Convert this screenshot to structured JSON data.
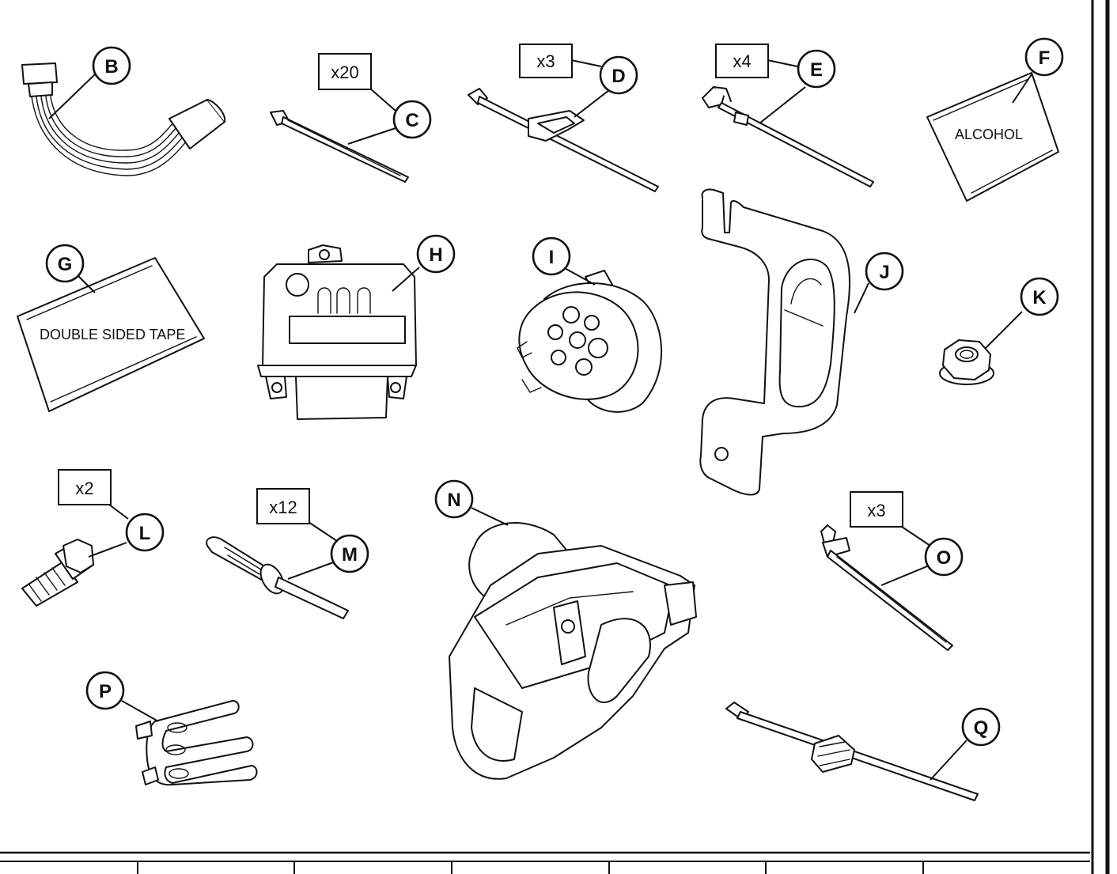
{
  "callouts": {
    "B": "B",
    "C": "C",
    "D": "D",
    "E": "E",
    "F": "F",
    "G": "G",
    "H": "H",
    "I": "I",
    "J": "J",
    "K": "K",
    "L": "L",
    "M": "M",
    "N": "N",
    "O": "O",
    "P": "P",
    "Q": "Q"
  },
  "quantities": {
    "C": "x20",
    "D": "x3",
    "E": "x4",
    "L": "x2",
    "M": "x12",
    "O": "x3"
  },
  "package_labels": {
    "F": "ALCOHOL",
    "G": "DOUBLE SIDED TAPE"
  }
}
